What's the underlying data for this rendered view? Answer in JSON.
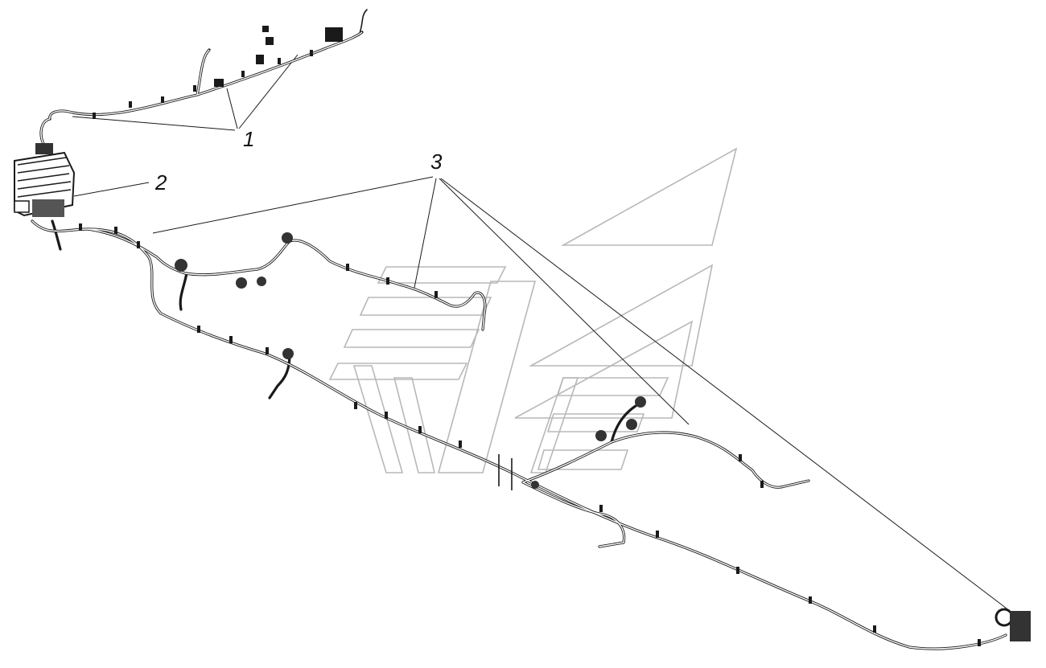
{
  "diagram": {
    "callouts": [
      {
        "id": "1",
        "text": "1"
      },
      {
        "id": "2",
        "text": "2"
      },
      {
        "id": "3",
        "text": "3"
      }
    ],
    "watermark": {
      "name": "manufacturer-logo-watermark"
    },
    "colors": {
      "ink": "#1a1a1a",
      "watermark": "#b8b8b8",
      "connector": "#333333"
    }
  }
}
